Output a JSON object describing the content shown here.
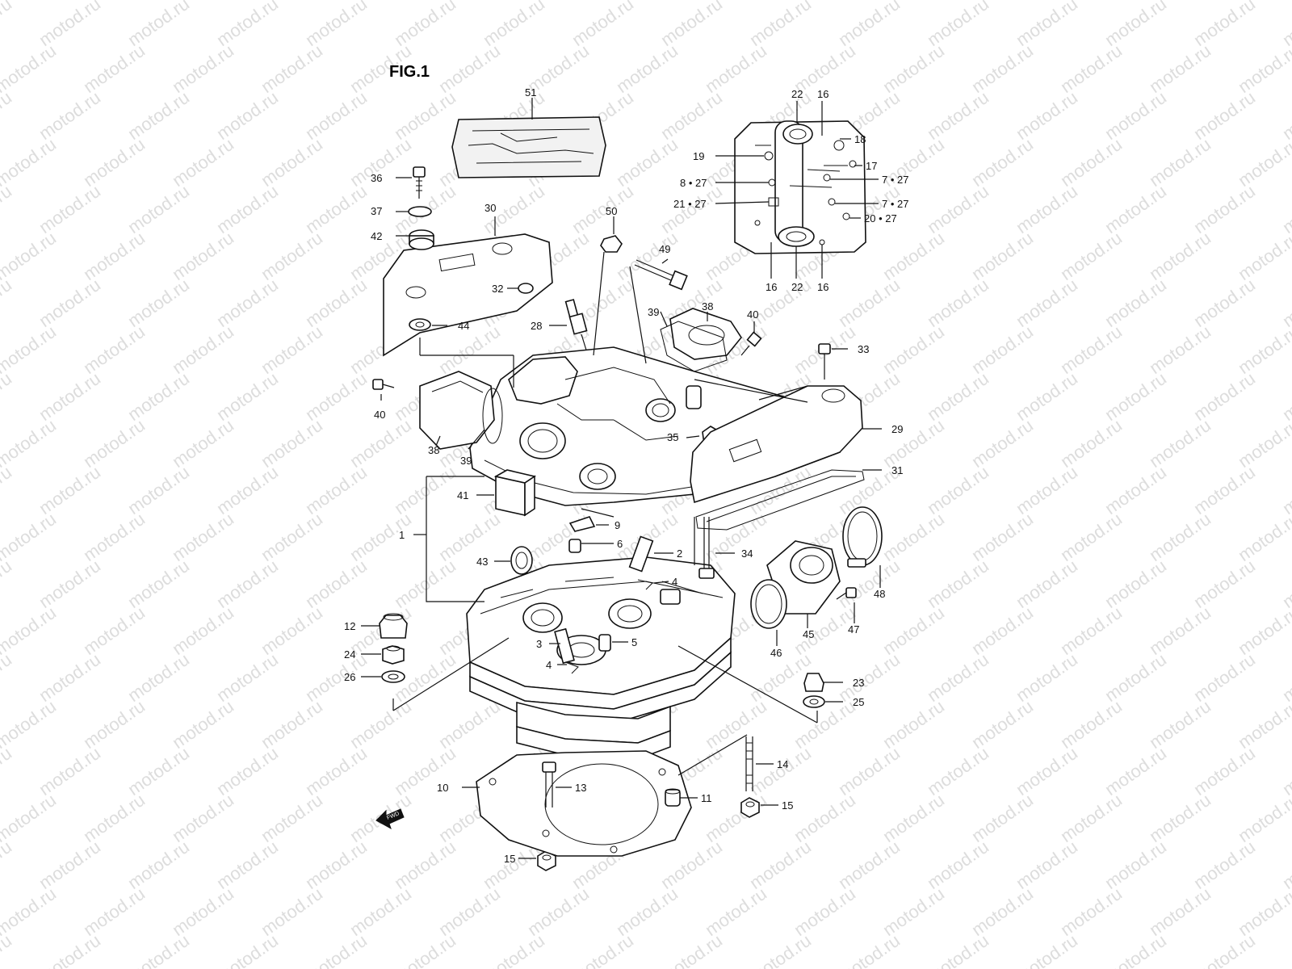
{
  "figure_title": "FIG.1",
  "watermark": "motod.ru",
  "fwd_label": "FWD",
  "callouts": {
    "c51": "51",
    "c36": "36",
    "c37": "37",
    "c42": "42",
    "c30": "30",
    "c32": "32",
    "c44": "44",
    "c50": "50",
    "c49": "49",
    "c28": "28",
    "c39a": "39",
    "c38a": "38",
    "c40a": "40",
    "c33": "33",
    "c40b": "40",
    "c38b": "38",
    "c39b": "39",
    "c35": "35",
    "c29": "29",
    "c31": "31",
    "c41": "41",
    "c1": "1",
    "c9": "9",
    "c6": "6",
    "c2": "2",
    "c43": "43",
    "c34": "34",
    "c4a": "4",
    "c12": "12",
    "c24": "24",
    "c26": "26",
    "c3": "3",
    "c4b": "4",
    "c5": "5",
    "c45": "45",
    "c46": "46",
    "c47": "47",
    "c48": "48",
    "c23": "23",
    "c25": "25",
    "c14": "14",
    "c10": "10",
    "c13": "13",
    "c11": "11",
    "c15a": "15",
    "c15b": "15",
    "c22a": "22",
    "c16a": "16",
    "c18": "18",
    "c19": "19",
    "c17": "17",
    "c8_27": "8 • 27",
    "c7_27a": "7 • 27",
    "c21_27": "21 • 27",
    "c7_27b": "7 • 27",
    "c20_27": "20 • 27",
    "c16b": "16",
    "c22b": "22",
    "c16c": "16"
  }
}
